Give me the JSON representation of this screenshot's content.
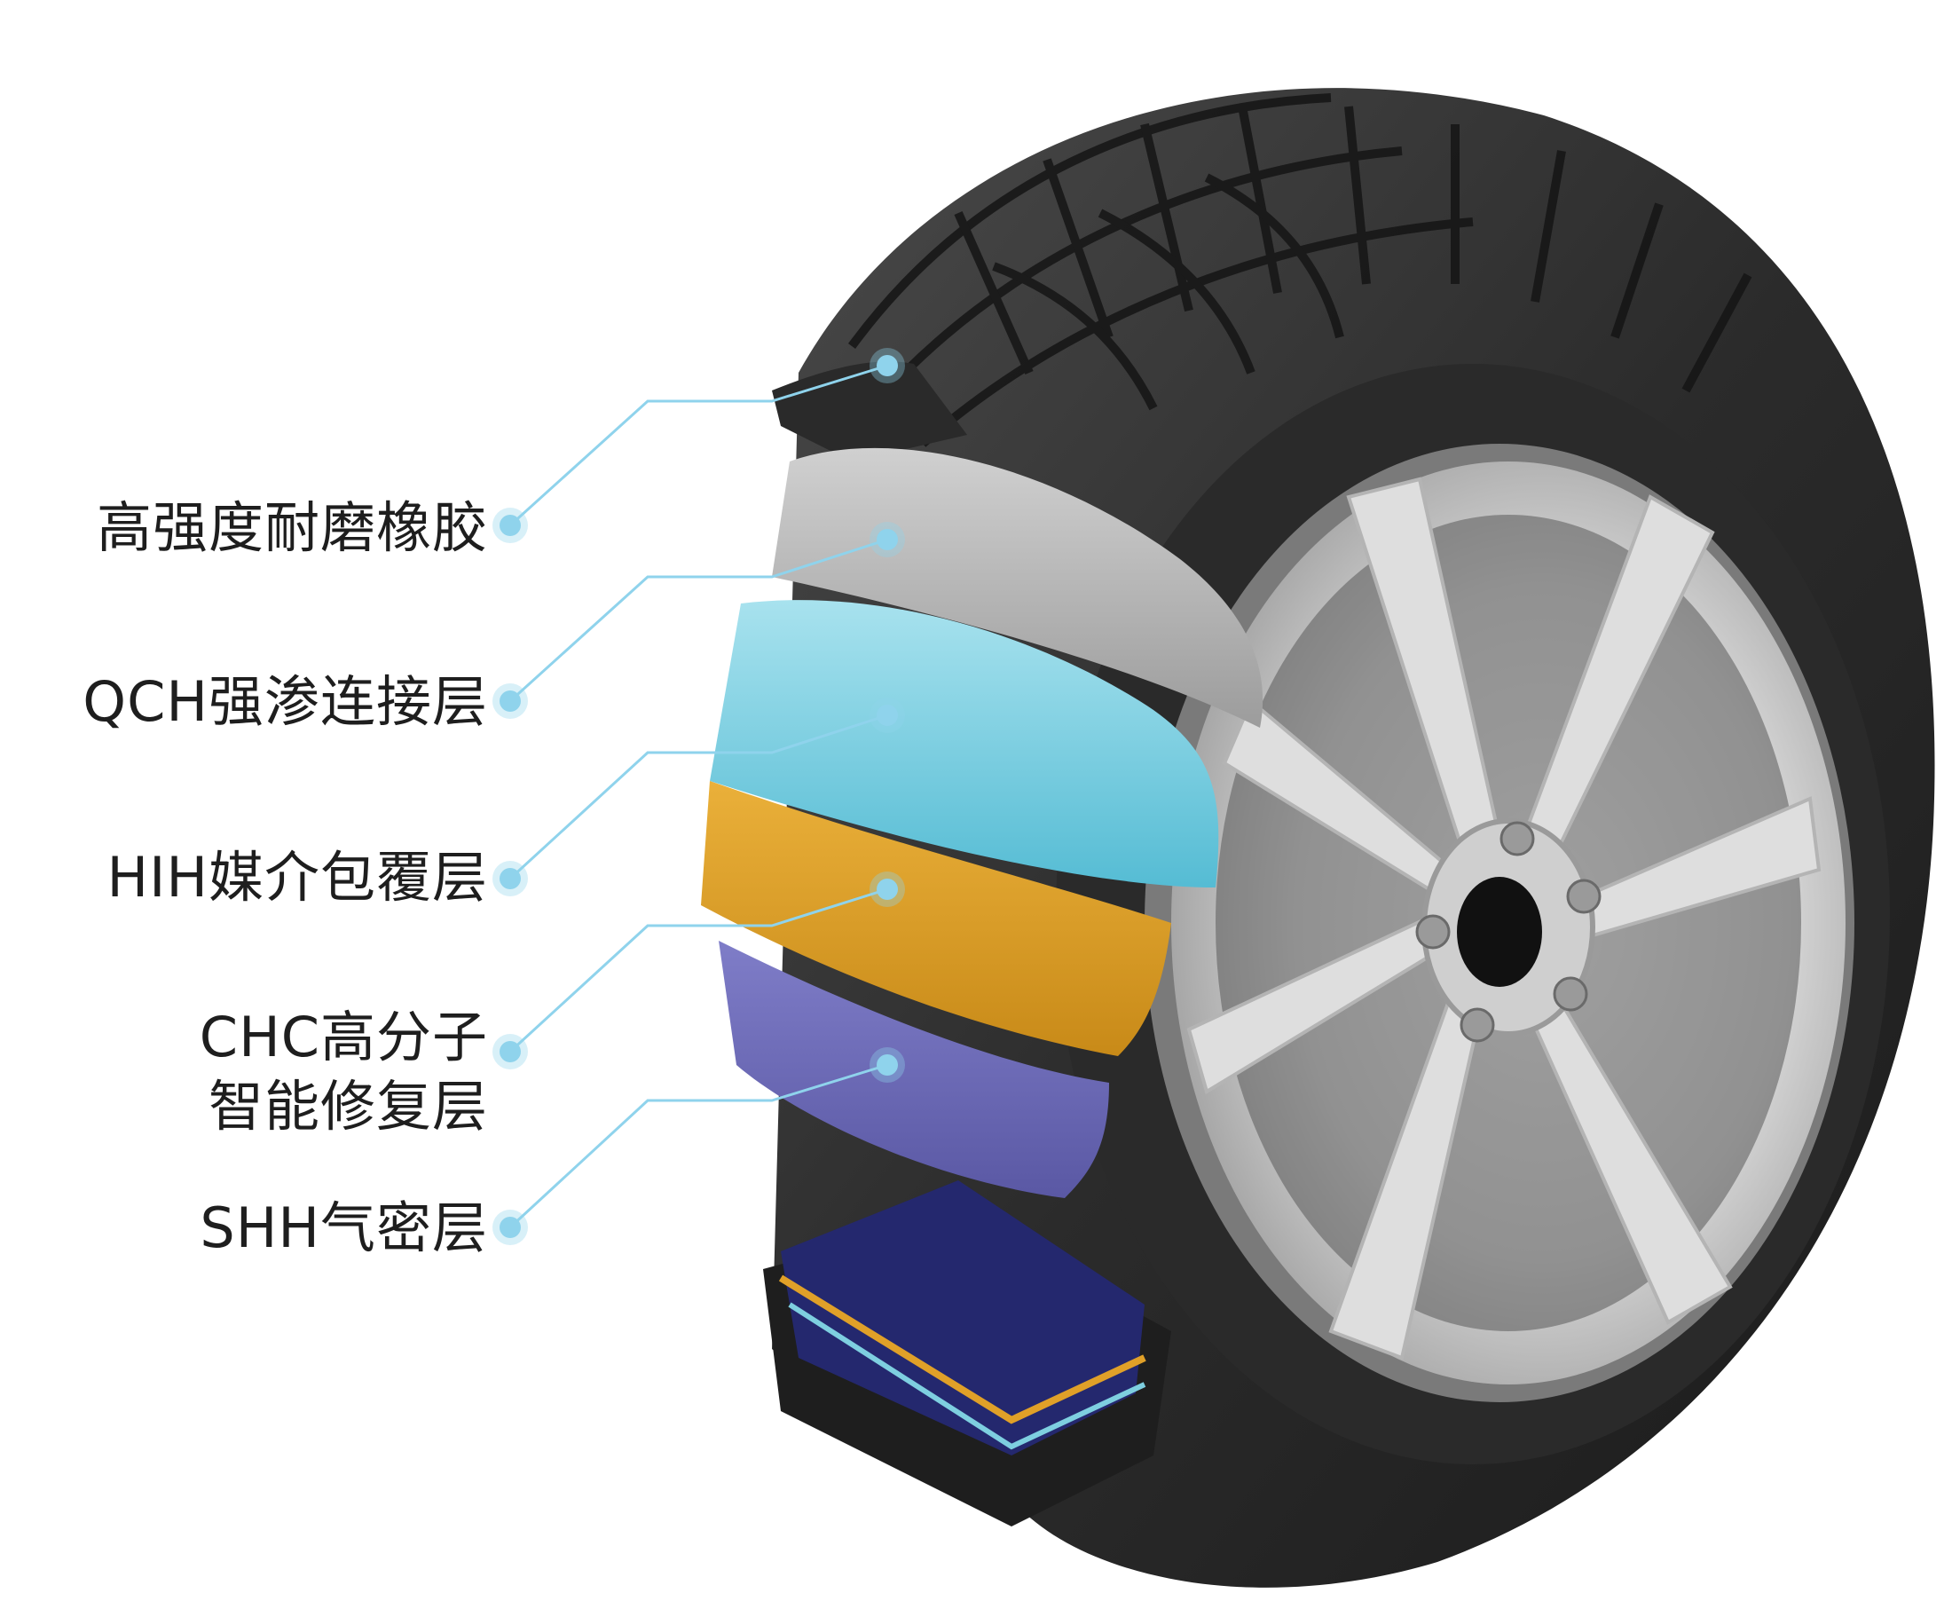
{
  "layers": [
    {
      "label": [
        "高强度耐磨橡胶"
      ],
      "color": "#3a3a3a"
    },
    {
      "label": [
        "QCH强渗连接层"
      ],
      "color": "#b8b8b8"
    },
    {
      "label": [
        "HIH媒介包覆层"
      ],
      "color": "#7ecfe0"
    },
    {
      "label": [
        "CHC高分子",
        "智能修复层"
      ],
      "color": "#e0a028"
    },
    {
      "label": [
        "SHH气密层"
      ],
      "color": "#6a68b8"
    }
  ],
  "callout_color": "#8fd3ec"
}
